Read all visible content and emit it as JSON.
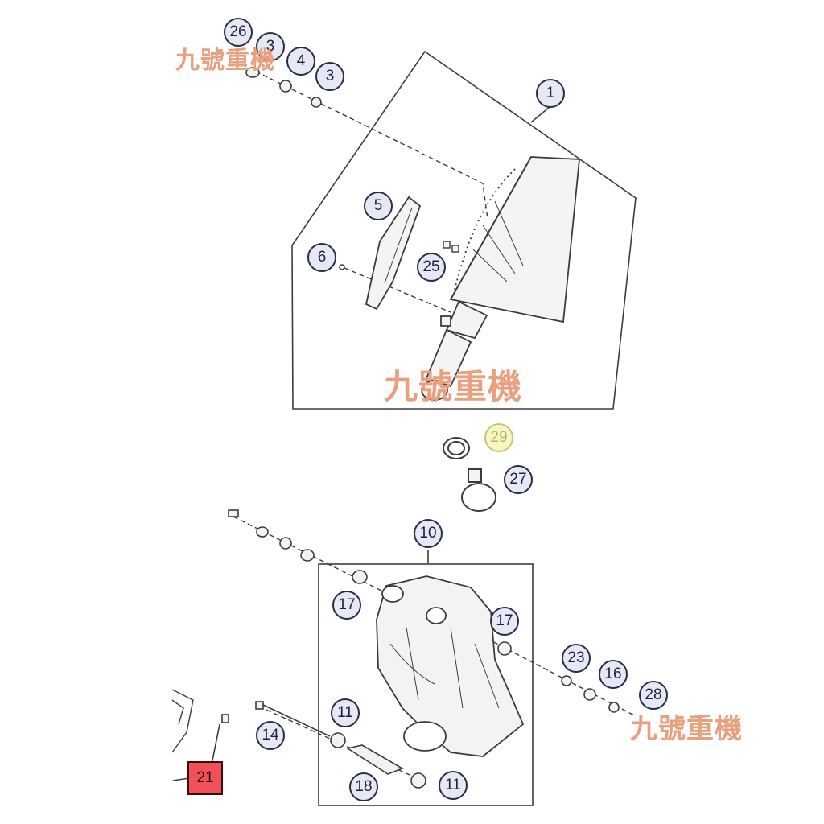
{
  "diagram": {
    "callouts": [
      {
        "id": "c26",
        "label": "26",
        "style": "normal"
      },
      {
        "id": "c3a",
        "label": "3",
        "style": "normal"
      },
      {
        "id": "c4",
        "label": "4",
        "style": "normal"
      },
      {
        "id": "c3b",
        "label": "3",
        "style": "normal"
      },
      {
        "id": "c1",
        "label": "1",
        "style": "normal"
      },
      {
        "id": "c5",
        "label": "5",
        "style": "normal"
      },
      {
        "id": "c6",
        "label": "6",
        "style": "normal"
      },
      {
        "id": "c25",
        "label": "25",
        "style": "normal"
      },
      {
        "id": "c29",
        "label": "29",
        "style": "yellow"
      },
      {
        "id": "c27",
        "label": "27",
        "style": "normal"
      },
      {
        "id": "c10",
        "label": "10",
        "style": "normal"
      },
      {
        "id": "c17a",
        "label": "17",
        "style": "normal"
      },
      {
        "id": "c17b",
        "label": "17",
        "style": "normal"
      },
      {
        "id": "c23",
        "label": "23",
        "style": "normal"
      },
      {
        "id": "c16",
        "label": "16",
        "style": "normal"
      },
      {
        "id": "c28",
        "label": "28",
        "style": "normal"
      },
      {
        "id": "c11a",
        "label": "11",
        "style": "normal"
      },
      {
        "id": "c14",
        "label": "14",
        "style": "normal"
      },
      {
        "id": "c21",
        "label": "21",
        "style": "red"
      },
      {
        "id": "c18",
        "label": "18",
        "style": "normal"
      },
      {
        "id": "c11b",
        "label": "11",
        "style": "normal"
      }
    ],
    "watermarks": [
      "九號重機",
      "九號重機",
      "九號重機"
    ],
    "colors": {
      "line": "#3c3c3c",
      "part_fill": "#f2f2f2",
      "callout_fill": "#e7e8f6",
      "highlight_yellow": "#f6f6c2",
      "highlight_red": "#f05058",
      "watermark": "#e9a07e"
    }
  }
}
